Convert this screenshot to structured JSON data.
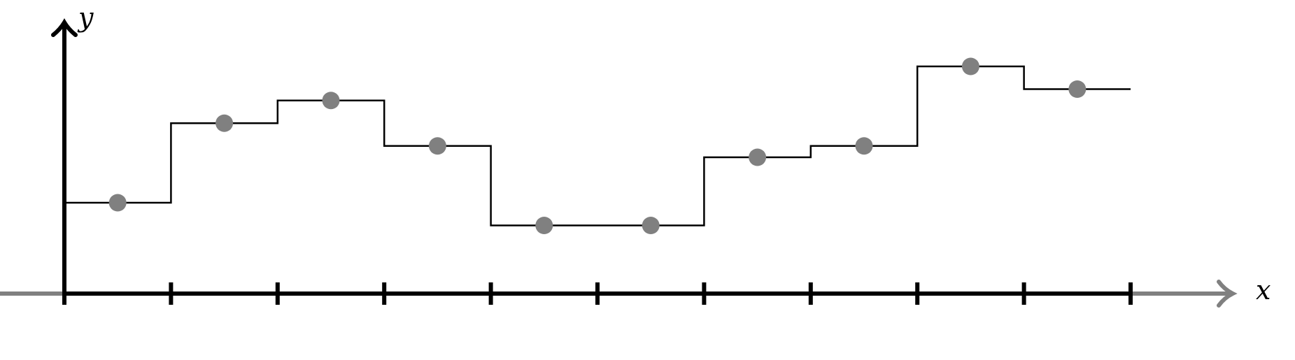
{
  "chart_data": {
    "type": "line",
    "style": "step function with midpoint markers",
    "xlabel": "x",
    "ylabel": "y",
    "xlim": [
      0,
      10
    ],
    "x_ticks": [
      0,
      1,
      2,
      3,
      4,
      5,
      6,
      7,
      8,
      9,
      10
    ],
    "step_intervals": [
      [
        0,
        1
      ],
      [
        1,
        2
      ],
      [
        2,
        3
      ],
      [
        3,
        4
      ],
      [
        4,
        5
      ],
      [
        5,
        6
      ],
      [
        6,
        7
      ],
      [
        7,
        8
      ],
      [
        8,
        9
      ],
      [
        9,
        10
      ]
    ],
    "x": [
      0.5,
      1.5,
      2.5,
      3.5,
      4.5,
      5.5,
      6.5,
      7.5,
      8.5,
      9.5
    ],
    "values": [
      0.8,
      1.5,
      1.7,
      1.3,
      0.6,
      0.6,
      1.2,
      1.3,
      2.0,
      1.8
    ],
    "ylim": [
      0,
      2.4
    ],
    "grid": false,
    "legend": "none",
    "colors": {
      "axis": "#000000",
      "axis_extension": "#808080",
      "step_line": "#000000",
      "markers": "#808080"
    }
  }
}
